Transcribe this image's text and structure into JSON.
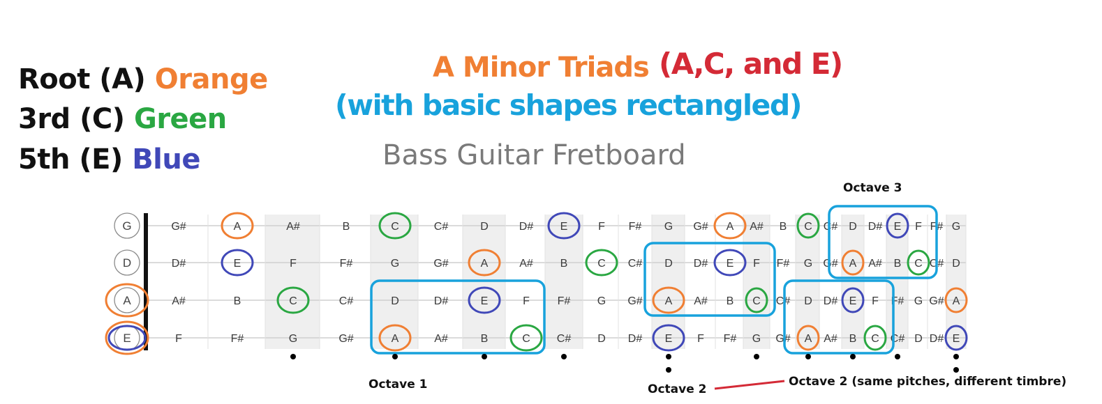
{
  "legend": [
    {
      "prefix": "Root (A)",
      "word": "Orange",
      "color": "#f07f33"
    },
    {
      "prefix": "3rd (C)",
      "word": "Green",
      "color": "#2aa742"
    },
    {
      "prefix": "5th (E)",
      "word": "Blue",
      "color": "#4048b8"
    }
  ],
  "title": {
    "main": "A Minor Triads",
    "notes": "(A,C, and E)",
    "subtitle": "(with basic shapes rectangled)",
    "fretboard": "Bass Guitar Fretboard"
  },
  "colors": {
    "root": "#f07f33",
    "third": "#2aa742",
    "fifth": "#4048b8",
    "box": "#18a2dc",
    "link": "#d42a36",
    "main_title": "#f07f33",
    "notes_title": "#d42a36",
    "subtitle": "#18a2dc",
    "fretboard_title": "#7a7a7a",
    "text": "#111111"
  },
  "strings": [
    {
      "tuning": "G",
      "notes": [
        "G#",
        "A",
        "A#",
        "B",
        "C",
        "C#",
        "D",
        "D#",
        "E",
        "F",
        "F#",
        "G",
        "G#",
        "A",
        "A#",
        "B",
        "C",
        "C#",
        "D",
        "D#",
        "E",
        "F",
        "F#",
        "G"
      ]
    },
    {
      "tuning": "D",
      "notes": [
        "D#",
        "E",
        "F",
        "F#",
        "G",
        "G#",
        "A",
        "A#",
        "B",
        "C",
        "C#",
        "D",
        "D#",
        "E",
        "F",
        "F#",
        "G",
        "G#",
        "A",
        "A#",
        "B",
        "C",
        "C#",
        "D"
      ]
    },
    {
      "tuning": "A",
      "notes": [
        "A#",
        "B",
        "C",
        "C#",
        "D",
        "D#",
        "E",
        "F",
        "F#",
        "G",
        "G#",
        "A",
        "A#",
        "B",
        "C",
        "C#",
        "D",
        "D#",
        "E",
        "F",
        "F#",
        "G",
        "G#",
        "A"
      ]
    },
    {
      "tuning": "E",
      "notes": [
        "F",
        "F#",
        "G",
        "G#",
        "A",
        "A#",
        "B",
        "C",
        "C#",
        "D",
        "D#",
        "E",
        "F",
        "F#",
        "G",
        "G#",
        "A",
        "A#",
        "B",
        "C",
        "C#",
        "D",
        "D#",
        "E"
      ]
    }
  ],
  "highlights": [
    {
      "string": 0,
      "fret": 2,
      "role": "root"
    },
    {
      "string": 0,
      "fret": 5,
      "role": "third"
    },
    {
      "string": 0,
      "fret": 9,
      "role": "fifth"
    },
    {
      "string": 0,
      "fret": 14,
      "role": "root"
    },
    {
      "string": 0,
      "fret": 17,
      "role": "third"
    },
    {
      "string": 0,
      "fret": 21,
      "role": "fifth"
    },
    {
      "string": 1,
      "fret": 2,
      "role": "fifth"
    },
    {
      "string": 1,
      "fret": 7,
      "role": "root"
    },
    {
      "string": 1,
      "fret": 10,
      "role": "third"
    },
    {
      "string": 1,
      "fret": 14,
      "role": "fifth"
    },
    {
      "string": 1,
      "fret": 19,
      "role": "root"
    },
    {
      "string": 1,
      "fret": 22,
      "role": "third"
    },
    {
      "string": 2,
      "fret": 0,
      "role": "root"
    },
    {
      "string": 2,
      "fret": 3,
      "role": "third"
    },
    {
      "string": 2,
      "fret": 7,
      "role": "fifth"
    },
    {
      "string": 2,
      "fret": 12,
      "role": "root"
    },
    {
      "string": 2,
      "fret": 15,
      "role": "third"
    },
    {
      "string": 2,
      "fret": 19,
      "role": "fifth"
    },
    {
      "string": 2,
      "fret": 24,
      "role": "root"
    },
    {
      "string": 3,
      "fret": 0,
      "role": "root"
    },
    {
      "string": 3,
      "fret": 0,
      "role": "fifth"
    },
    {
      "string": 3,
      "fret": 5,
      "role": "root"
    },
    {
      "string": 3,
      "fret": 8,
      "role": "third"
    },
    {
      "string": 3,
      "fret": 12,
      "role": "fifth"
    },
    {
      "string": 3,
      "fret": 17,
      "role": "root"
    },
    {
      "string": 3,
      "fret": 20,
      "role": "third"
    },
    {
      "string": 3,
      "fret": 24,
      "role": "fifth"
    }
  ],
  "shapes": [
    {
      "from_fret": 5,
      "to_fret": 8,
      "from_string": 2,
      "to_string": 3
    },
    {
      "from_fret": 12,
      "to_fret": 15,
      "from_string": 1,
      "to_string": 2
    },
    {
      "from_fret": 17,
      "to_fret": 20,
      "from_string": 2,
      "to_string": 3
    },
    {
      "from_fret": 19,
      "to_fret": 22,
      "from_string": 0,
      "to_string": 1
    }
  ],
  "inlays": [
    3,
    5,
    7,
    9,
    12,
    15,
    17,
    19,
    21,
    24
  ],
  "double_inlays": [
    12,
    24
  ],
  "octave_labels": [
    "Octave 3",
    "Octave 1",
    "Octave 2",
    "Octave 2 (same pitches, different timbre)"
  ]
}
